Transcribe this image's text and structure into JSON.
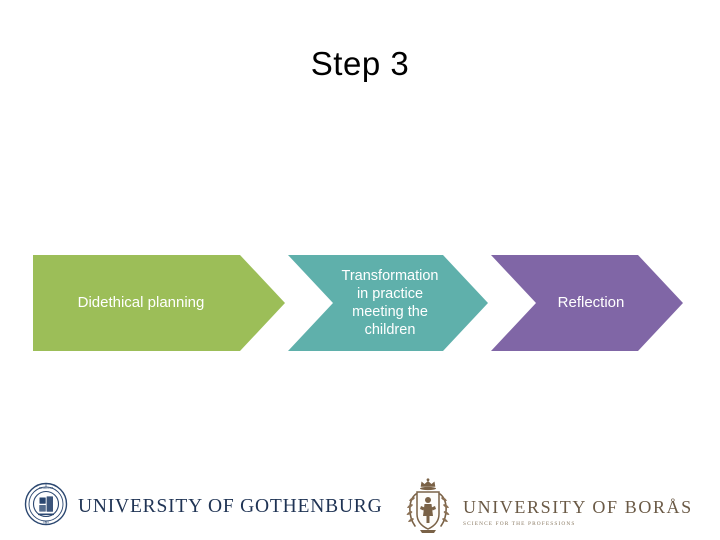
{
  "slide": {
    "title": "Step 3",
    "background_color": "#FFFFFF"
  },
  "process": {
    "type": "chevron-process",
    "steps": [
      {
        "index": 1,
        "label": "Didethical planning",
        "color": "#9CBE58",
        "text_color": "#FFFFFF",
        "shape": "chevron-start"
      },
      {
        "index": 2,
        "label": "Transformation\nin practice\nmeeting the\nchildren",
        "color": "#5FB0AB",
        "text_color": "#FFFFFF",
        "shape": "chevron-middle"
      },
      {
        "index": 3,
        "label": "Reflection",
        "color": "#8066A6",
        "text_color": "#FFFFFF",
        "shape": "chevron-end"
      }
    ]
  },
  "logos": [
    {
      "id": "gothenburg",
      "wordmark": "UNIVERSITY OF GOTHENBURG",
      "tagline": "",
      "color": "#1F3354",
      "emblem": "university-seal-icon"
    },
    {
      "id": "boras",
      "wordmark": "UNIVERSITY OF BORÅS",
      "tagline": "SCIENCE FOR THE PROFESSIONS",
      "color": "#6B5A46",
      "emblem": "crest-crown-icon"
    }
  ]
}
